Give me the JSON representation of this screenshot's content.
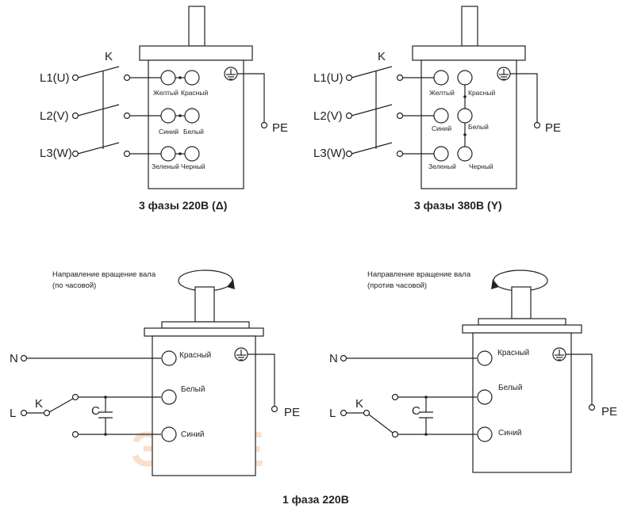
{
  "diagrams": {
    "delta": {
      "title": "3 фазы 220В (Δ)",
      "lines": [
        "L1(U)",
        "L2(V)",
        "L3(W)"
      ],
      "switch": "K",
      "pe": "PE",
      "terminals": [
        "Желтый",
        "Красный",
        "Синий",
        "Белый",
        "Зеленый",
        "Черный"
      ]
    },
    "star": {
      "title": "3 фазы 380В (Y)",
      "lines": [
        "L1(U)",
        "L2(V)",
        "L3(W)"
      ],
      "switch": "K",
      "pe": "PE",
      "terminals": [
        "Желтый",
        "Красный",
        "Синий",
        "Белый",
        "Зеленый",
        "Черный"
      ]
    },
    "single_cw": {
      "rotation": [
        "Направление вращение вала",
        "(по часовой)"
      ],
      "n": "N",
      "l": "L",
      "switch": "K",
      "capacitor": "C",
      "pe": "PE",
      "terminals": [
        "Красный",
        "Белый",
        "Синий"
      ]
    },
    "single_ccw": {
      "rotation": [
        "Направление вращение вала",
        "(против часовой)"
      ],
      "n": "N",
      "l": "L",
      "switch": "K",
      "capacitor": "C",
      "pe": "PE",
      "terminals": [
        "Красный",
        "Белый",
        "Синий"
      ]
    },
    "single_title": "1 фаза 220В"
  },
  "watermark": "ЭЛРЕ",
  "icons": [
    "ground-icon",
    "rotation-arrow-icon"
  ]
}
